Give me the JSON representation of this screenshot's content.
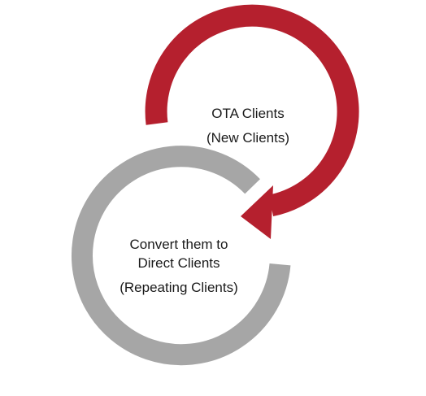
{
  "colors": {
    "upper_cycle": "#b5202e",
    "lower_cycle": "#a6a6a6",
    "text": "#1a1a1a",
    "background": "#ffffff"
  },
  "upper_cycle": {
    "line1": "OTA Clients",
    "line2": "(New Clients)"
  },
  "lower_cycle": {
    "line1": "Convert them to",
    "line2": "Direct Clients",
    "line3": "(Repeating Clients)"
  }
}
